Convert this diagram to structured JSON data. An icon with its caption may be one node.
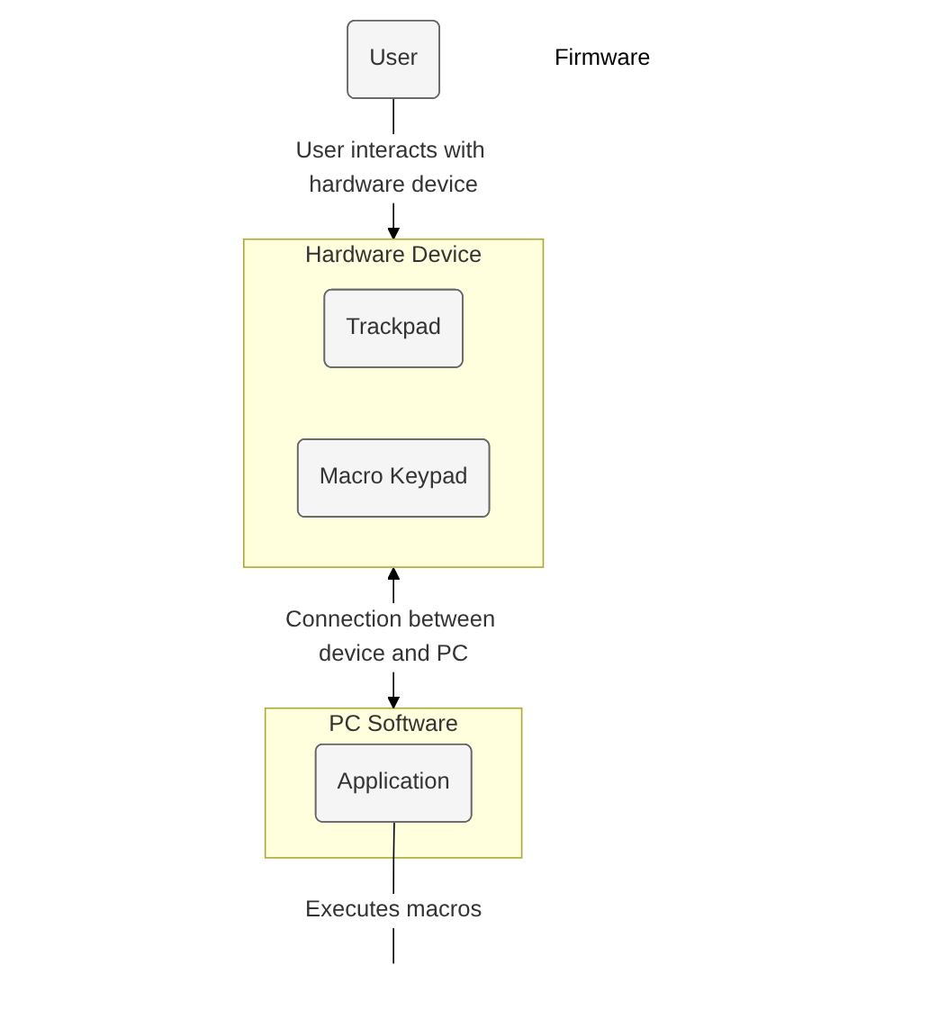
{
  "diagram": {
    "nodes": [
      {
        "text": [
          "User"
        ]
      },
      {
        "text": [
          "Hardware Device"
        ]
      },
      {
        "text": [
          "Trackpad"
        ],
        "in": 1
      },
      {
        "text": [
          "Macro Keypad"
        ],
        "in": 1
      },
      {
        "text": [
          "Firmware"
        ]
      },
      {
        "text": [
          "PC Software"
        ]
      },
      {
        "text": [
          "Application"
        ],
        "in": 5
      }
    ],
    "edges": [
      {
        "from": 0,
        "to": 1,
        "arrow": "to",
        "label": "User interacts with hardware device"
      },
      {
        "from": 1,
        "to": 5,
        "arrow": "both",
        "label": "Connection between device and PC"
      },
      {
        "from": 6,
        "to": null,
        "arrow": "none",
        "label": "Executes macros"
      }
    ]
  }
}
